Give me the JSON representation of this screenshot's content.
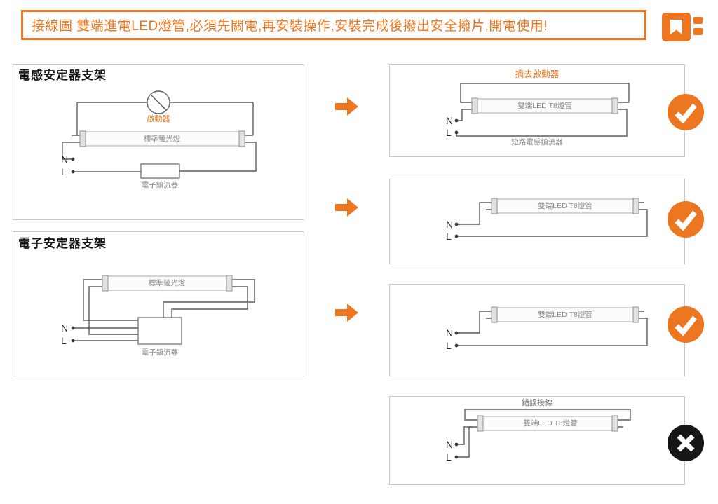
{
  "colors": {
    "accent": "#ed7720",
    "wrong": "#161616",
    "panel_border": "#c9c9c9"
  },
  "icons": {
    "banner": "plug-icon",
    "flow": "arrow-right-icon",
    "ok": "checkmark-icon",
    "error": "cross-icon"
  },
  "banner": {
    "text": "接線圖 雙端進電LED燈管,必須先關電,再安裝操作,安裝完成後撥出安全撥片,開電使用!"
  },
  "left": {
    "inductive": {
      "title": "電感安定器支架",
      "starter_label": "啟動器",
      "tube_label": "標準螢光燈",
      "ballast_label": "電子鎮流器",
      "n": "N",
      "l": "L"
    },
    "electronic": {
      "title": "電子安定器支架",
      "tube_label": "標準螢光燈",
      "ballast_label": "電子鎮流器",
      "n": "N",
      "l": "L"
    }
  },
  "right": {
    "step1": {
      "note": "摘去啟動器",
      "tube_label": "雙端LED T8燈管",
      "short_note": "短路電感鎮流器",
      "n": "N",
      "l": "L",
      "status": "correct"
    },
    "step2": {
      "tube_label": "雙端LED T8燈管",
      "n": "N",
      "l": "L",
      "status": "correct"
    },
    "step3": {
      "tube_label": "雙端LED T8燈管",
      "n": "N",
      "l": "L",
      "status": "correct"
    },
    "step4": {
      "note": "錯誤接線",
      "tube_label": "雙端LED T8燈管",
      "n": "N",
      "l": "L",
      "status": "wrong"
    }
  }
}
